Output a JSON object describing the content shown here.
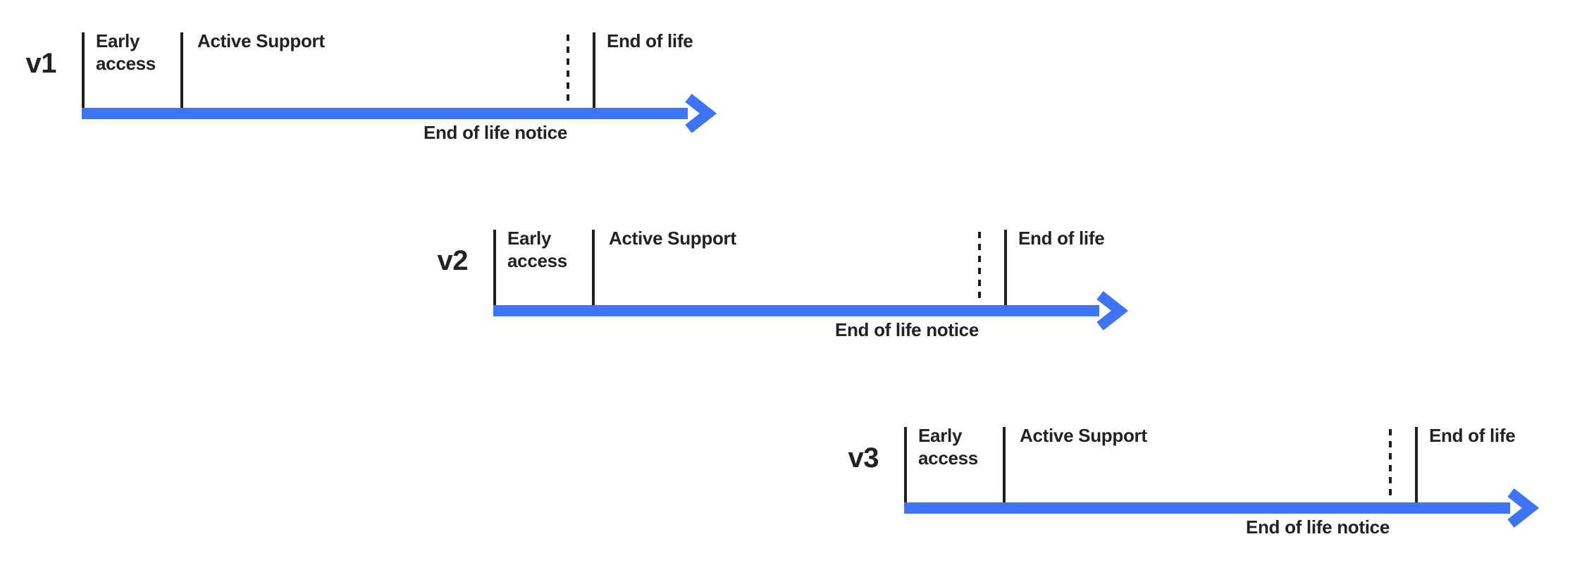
{
  "palette": {
    "accent_blue": "#3E73F5",
    "ink": "#222222"
  },
  "timelines": [
    {
      "version": "v1",
      "early_access_label": "Early access",
      "active_support_label": "Active Support",
      "end_of_life_label": "End of life",
      "end_of_life_notice_label": "End of life notice"
    },
    {
      "version": "v2",
      "early_access_label": "Early access",
      "active_support_label": "Active Support",
      "end_of_life_label": "End of life",
      "end_of_life_notice_label": "End of life notice"
    },
    {
      "version": "v3",
      "early_access_label": "Early access",
      "active_support_label": "Active Support",
      "end_of_life_label": "End of life",
      "end_of_life_notice_label": "End of life notice"
    }
  ]
}
